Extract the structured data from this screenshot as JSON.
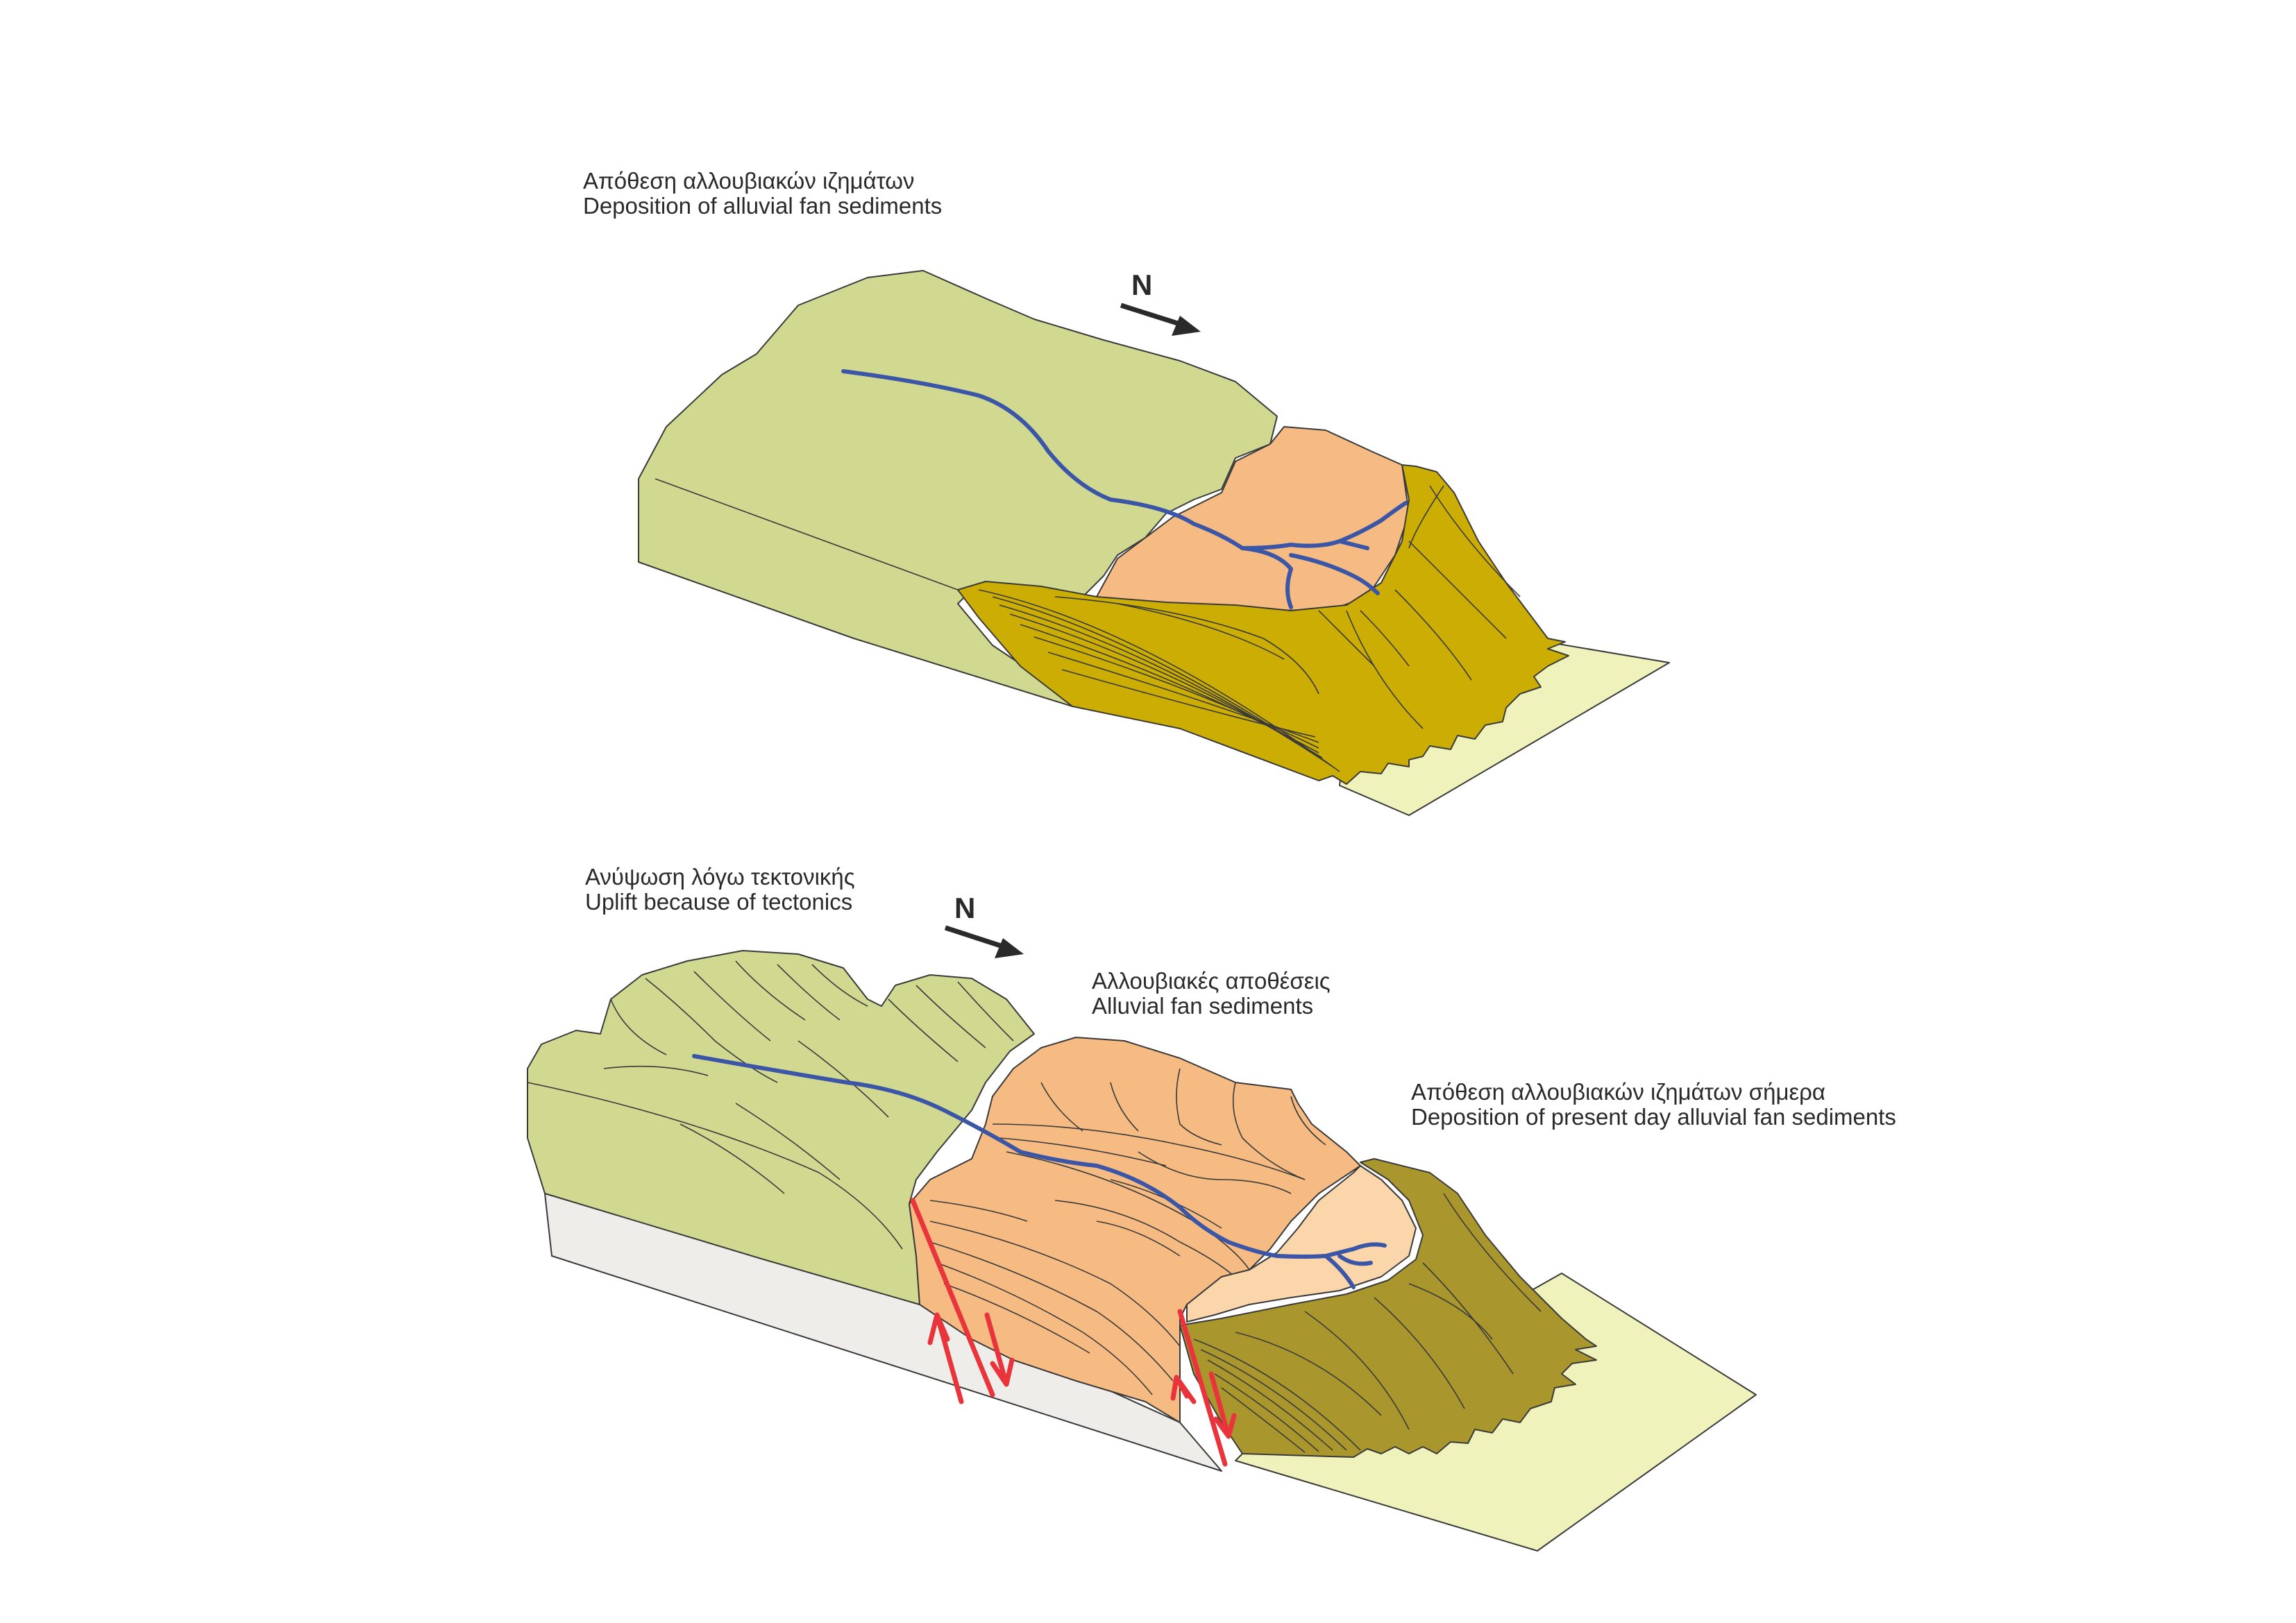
{
  "panel_top": {
    "label_greek": "Απόθεση αλλουβιακών ιζημάτων",
    "label_english": "Deposition of alluvial fan sediments",
    "north": "N"
  },
  "panel_bottom": {
    "label_greek": "Ανύψωση λόγω τεκτονικής",
    "label_english": "Uplift because of tectonics",
    "north": "N",
    "fan_label_greek": "Αλλουβιακές αποθέσεις",
    "fan_label_english": "Alluvial fan sediments",
    "present_label_greek": "Απόθεση αλλουβιακών ιζημάτων σήμερα",
    "present_label_english": "Deposition of present day alluvial fan sediments"
  },
  "colors": {
    "upland_green": "#d1d991",
    "sediment_orange": "#f6bb82",
    "fan_yellow": "#cbad04",
    "plain_pale": "#f0f2bb",
    "base_grey": "#efedea",
    "fan_olive": "#a9962d",
    "fan_light": "#fbd6aa",
    "river_blue": "#3b56a6",
    "fault_red": "#e8343a"
  }
}
